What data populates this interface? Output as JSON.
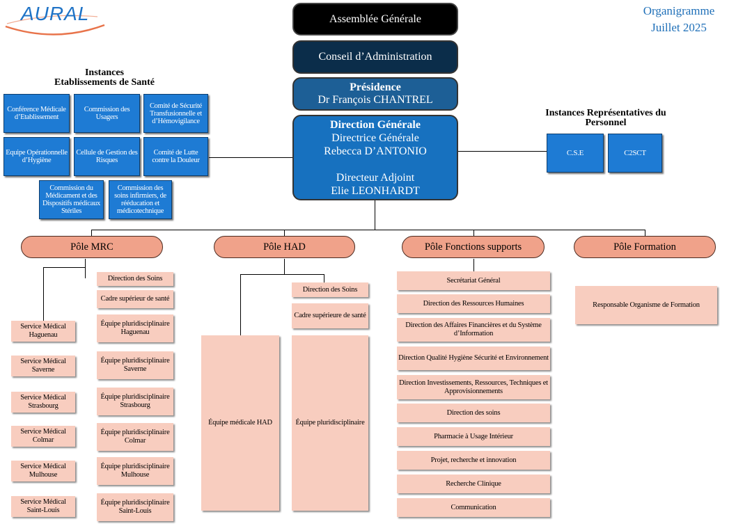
{
  "logo": {
    "text": "AURAL"
  },
  "header": {
    "title": "Organigramme",
    "date": "Juillet 2025"
  },
  "center": {
    "ag": "Assemblée Générale",
    "ca": "Conseil d’Administration",
    "presidence_title": "Présidence",
    "presidence_name": "Dr François CHANTREL",
    "dg_title": "Direction Générale",
    "dg_role": "Directrice Générale",
    "dg_name": "Rebecca D’ANTONIO",
    "da_role": "Directeur Adjoint",
    "da_name": "Elie LEONHARDT"
  },
  "instances_etab": {
    "heading_line1": "Instances",
    "heading_line2": "Etablissements de Santé",
    "items": [
      "Conférence Médicale d’Etablissement",
      "Commission des Usagers",
      "Comité de Sécurité Transfusionnelle et d’Hémovigilance",
      "Equipe Opérationnelle d’Hygiène",
      "Cellule de Gestion des Risques",
      "Comité de Lutte contre la Douleur",
      "Commission du Médicament et des Dispositifs médicaux Stériles",
      "Commission des soins infirmiers, de rééducation et médicotechnique"
    ]
  },
  "instances_perso": {
    "heading_line1": "Instances Représentatives du",
    "heading_line2": "Personnel",
    "items": [
      "C.S.E",
      "C2SCT"
    ]
  },
  "poles": {
    "mrc": {
      "label": "Pôle MRC",
      "direction": "Direction des Soins",
      "cadre": "Cadre supérieur de santé",
      "services": [
        "Service Médical Haguenau",
        "Service Médical Saverne",
        "Service Médical Strasbourg",
        "Service Médical Colmar",
        "Service Médical Mulhouse",
        "Service Médical Saint-Louis"
      ],
      "equipes": [
        "Équipe pluridisciplinaire Haguenau",
        "Équipe pluridisciplinaire Saverne",
        "Équipe pluridisciplinaire Strasbourg",
        "Équipe pluridisciplinaire Colmar",
        "Équipe pluridisciplinaire Mulhouse",
        "Équipe pluridisciplinaire Saint-Louis"
      ]
    },
    "had": {
      "label": "Pôle HAD",
      "direction": "Direction des Soins",
      "cadre": "Cadre supérieure de santé",
      "equipe_medicale": "Équipe médicale HAD",
      "equipe_pluri": "Équipe pluridisciplinaire"
    },
    "fonctions": {
      "label": "Pôle Fonctions supports",
      "items": [
        "Secrétariat Général",
        "Direction des Ressources Humaines",
        "Direction des Affaires Financières et du Système d’Information",
        "Direction Qualité Hygiène Sécurité et Environnement",
        "Direction Investissements, Ressources, Techniques et Approvisionnements",
        "Direction des soins",
        "Pharmacie à Usage Intérieur",
        "Projet, recherche et innovation",
        "Recherche Clinique",
        "Communication"
      ]
    },
    "formation": {
      "label": "Pôle Formation",
      "item": "Responsable Organisme de Formation"
    }
  }
}
